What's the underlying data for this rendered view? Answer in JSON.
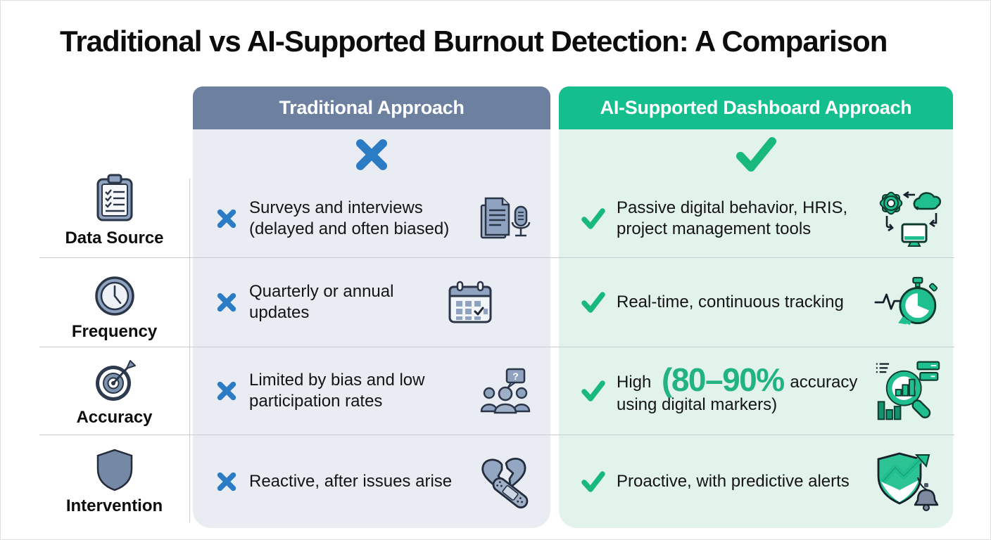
{
  "title": "Traditional vs AI-Supported Burnout Detection: A Comparison",
  "colors": {
    "traditional_header": "#6d80a0",
    "traditional_bg": "#e9ecf2",
    "ai_header": "#14bf8d",
    "ai_bg": "#e2f3ec",
    "cross_blue": "#2b7cc5",
    "check_green": "#19b97d",
    "highlight_green": "#23b383"
  },
  "columns": {
    "traditional": {
      "header": "Traditional Approach",
      "mark": "cross"
    },
    "ai": {
      "header": "AI-Supported Dashboard Approach",
      "mark": "check"
    }
  },
  "rows": [
    {
      "label": "Data Source",
      "label_icon": "clipboard-icon",
      "traditional": {
        "text": "Surveys and interviews (delayed and often biased)",
        "icon": "documents-microphone-icon"
      },
      "ai": {
        "text": "Passive digital behavior, HRIS, project management tools",
        "icon": "gear-cloud-monitor-icon"
      }
    },
    {
      "label": "Frequency",
      "label_icon": "clock-icon",
      "traditional": {
        "text": "Quarterly or annual updates",
        "icon": "calendar-check-icon"
      },
      "ai": {
        "text": "Real-time, continuous tracking",
        "icon": "stopwatch-pulse-icon"
      }
    },
    {
      "label": "Accuracy",
      "label_icon": "target-icon",
      "traditional": {
        "text": "Limited by bias and low participation rates",
        "icon": "people-question-icon"
      },
      "ai": {
        "text_prefix": "High",
        "highlight": "(80–90%",
        "text_suffix": "accuracy using digital markers)",
        "icon": "magnifier-chart-icon"
      }
    },
    {
      "label": "Intervention",
      "label_icon": "shield-icon",
      "traditional": {
        "text": "Reactive, after issues arise",
        "icon": "broken-heart-bandage-icon"
      },
      "ai": {
        "text": "Proactive, with predictive alerts",
        "icon": "shield-growth-bell-icon"
      }
    }
  ]
}
